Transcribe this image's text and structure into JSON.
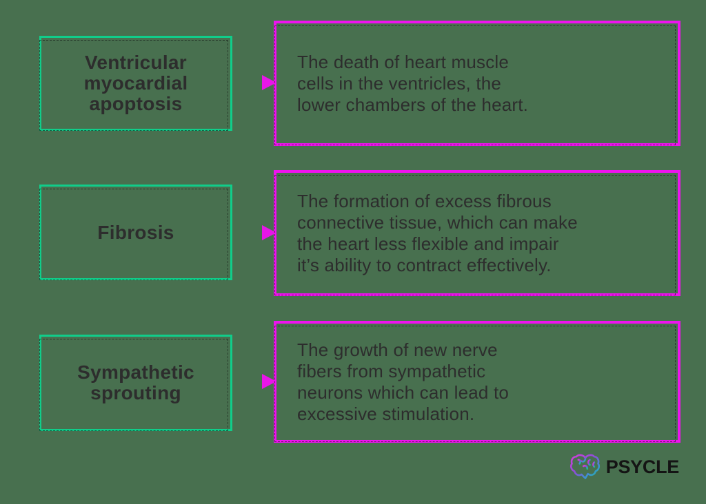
{
  "rows": [
    {
      "term": "Ventricular\nmyocardial\napoptosis",
      "definition": "The death of heart muscle\ncells in the ventricles, the\nlower chambers of the heart."
    },
    {
      "term": "Fibrosis",
      "definition": "The formation of excess fibrous\nconnective tissue, which can make\nthe heart less flexible and impair\nit’s ability to contract effectively."
    },
    {
      "term": "Sympathetic\nsprouting",
      "definition": "The growth of new nerve\nfibers from sympathetic\nneurons which can lead to\nexcessive stimulation."
    }
  ],
  "colors": {
    "background": "#48704f",
    "term_border": "#10cd8a",
    "definition_border": "#ee13ee",
    "arrow_start": "#1fae9e",
    "arrow_mid": "#8a5ad8",
    "arrow_end": "#e816e8",
    "text": "#2d2d2d",
    "logo_text": "#141414"
  },
  "logo": {
    "text": "PSYCLE",
    "icon": "brain-icon",
    "gradient": [
      "#d93bdc",
      "#8b4fd8",
      "#3b93d1",
      "#16c78e"
    ]
  }
}
